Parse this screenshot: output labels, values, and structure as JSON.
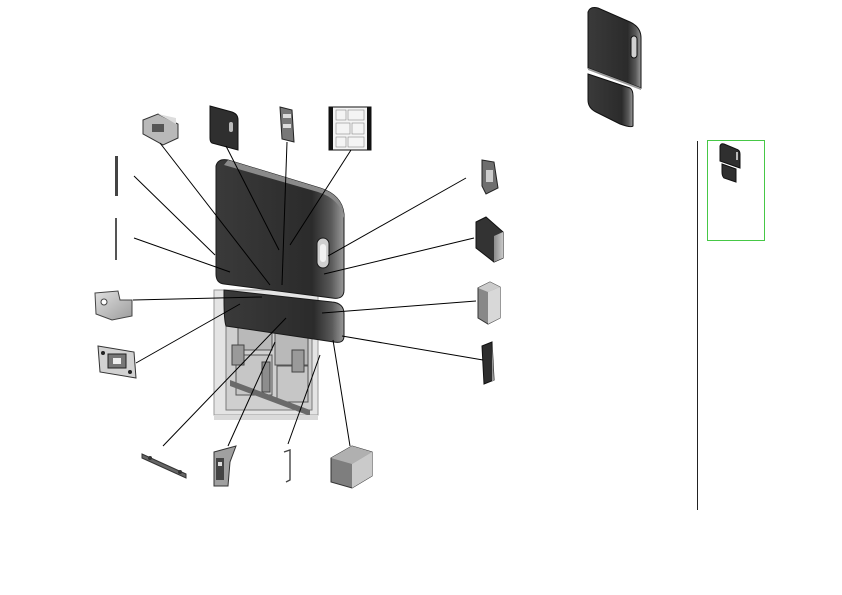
{
  "colors": {
    "panel_dark": "#2e2e2e",
    "panel_mid": "#4a4a4a",
    "panel_light": "#bdbdbd",
    "frame_light": "#d6d6d6",
    "leader_line": "#000000",
    "thumbnail_border": "#46c846",
    "divider": "#222222",
    "background": "#ffffff"
  },
  "parts": [
    "hinge-bracket",
    "door-panel",
    "latch-plate",
    "label-sheet",
    "rod-long",
    "rod-short",
    "angle-bracket",
    "lock-plate",
    "spring-bar",
    "striker-block",
    "wire-clip",
    "base-block",
    "lock-housing",
    "filler-panel",
    "side-block",
    "end-cap"
  ]
}
